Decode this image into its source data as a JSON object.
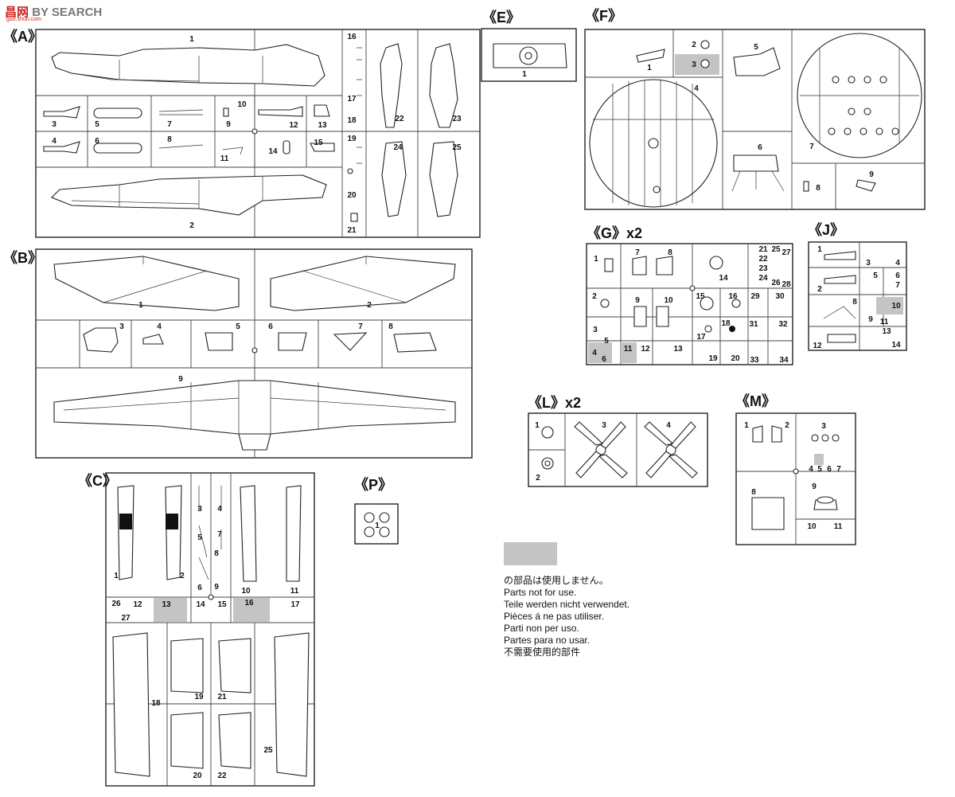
{
  "watermark": {
    "cn": "昌网",
    "en": "BY SEARCH",
    "sub": "goo.shun.com"
  },
  "sprues": {
    "A": {
      "label": "《A》",
      "parts": [
        "1",
        "2",
        "3",
        "4",
        "5",
        "6",
        "7",
        "8",
        "9",
        "10",
        "11",
        "12",
        "13",
        "14",
        "15",
        "16",
        "17",
        "18",
        "19",
        "20",
        "21",
        "22",
        "23",
        "24",
        "25"
      ]
    },
    "B": {
      "label": "《B》",
      "parts": [
        "1",
        "2",
        "3",
        "4",
        "5",
        "6",
        "7",
        "8",
        "9"
      ]
    },
    "C": {
      "label": "《C》",
      "parts": [
        "1",
        "2",
        "3",
        "4",
        "5",
        "6",
        "7",
        "8",
        "9",
        "10",
        "11",
        "12",
        "13",
        "14",
        "15",
        "16",
        "17",
        "18",
        "19",
        "20",
        "21",
        "22",
        "25",
        "26",
        "27"
      ]
    },
    "E": {
      "label": "《E》",
      "parts": [
        "1"
      ]
    },
    "F": {
      "label": "《F》",
      "parts": [
        "1",
        "2",
        "3",
        "4",
        "5",
        "6",
        "7",
        "8",
        "9"
      ]
    },
    "G": {
      "label": "《G》x2",
      "parts": [
        "1",
        "2",
        "3",
        "4",
        "5",
        "6",
        "7",
        "8",
        "9",
        "10",
        "11",
        "12",
        "13",
        "14",
        "15",
        "16",
        "17",
        "18",
        "19",
        "20",
        "21",
        "22",
        "23",
        "24",
        "25",
        "26",
        "27",
        "28",
        "29",
        "30",
        "31",
        "32",
        "33",
        "34"
      ]
    },
    "J": {
      "label": "《J》",
      "parts": [
        "1",
        "2",
        "3",
        "4",
        "5",
        "6",
        "7",
        "8",
        "9",
        "10",
        "11",
        "12",
        "13",
        "14"
      ]
    },
    "L": {
      "label": "《L》x2",
      "parts": [
        "1",
        "2",
        "3",
        "4"
      ]
    },
    "M": {
      "label": "《M》",
      "parts": [
        "1",
        "2",
        "3",
        "4",
        "5",
        "6",
        "7",
        "8",
        "9",
        "10",
        "11"
      ]
    },
    "P": {
      "label": "《P》",
      "parts": [
        "1"
      ]
    }
  },
  "legend": {
    "swatch_color": "#c4c4c4",
    "lines": [
      "の部品は使用しません。",
      "Parts not for use.",
      "Teile werden nicht verwendet.",
      "Pièces á ne pas utiliser.",
      "Parti non per uso.",
      "Partes para no usar.",
      "不需要使用的部件"
    ]
  }
}
